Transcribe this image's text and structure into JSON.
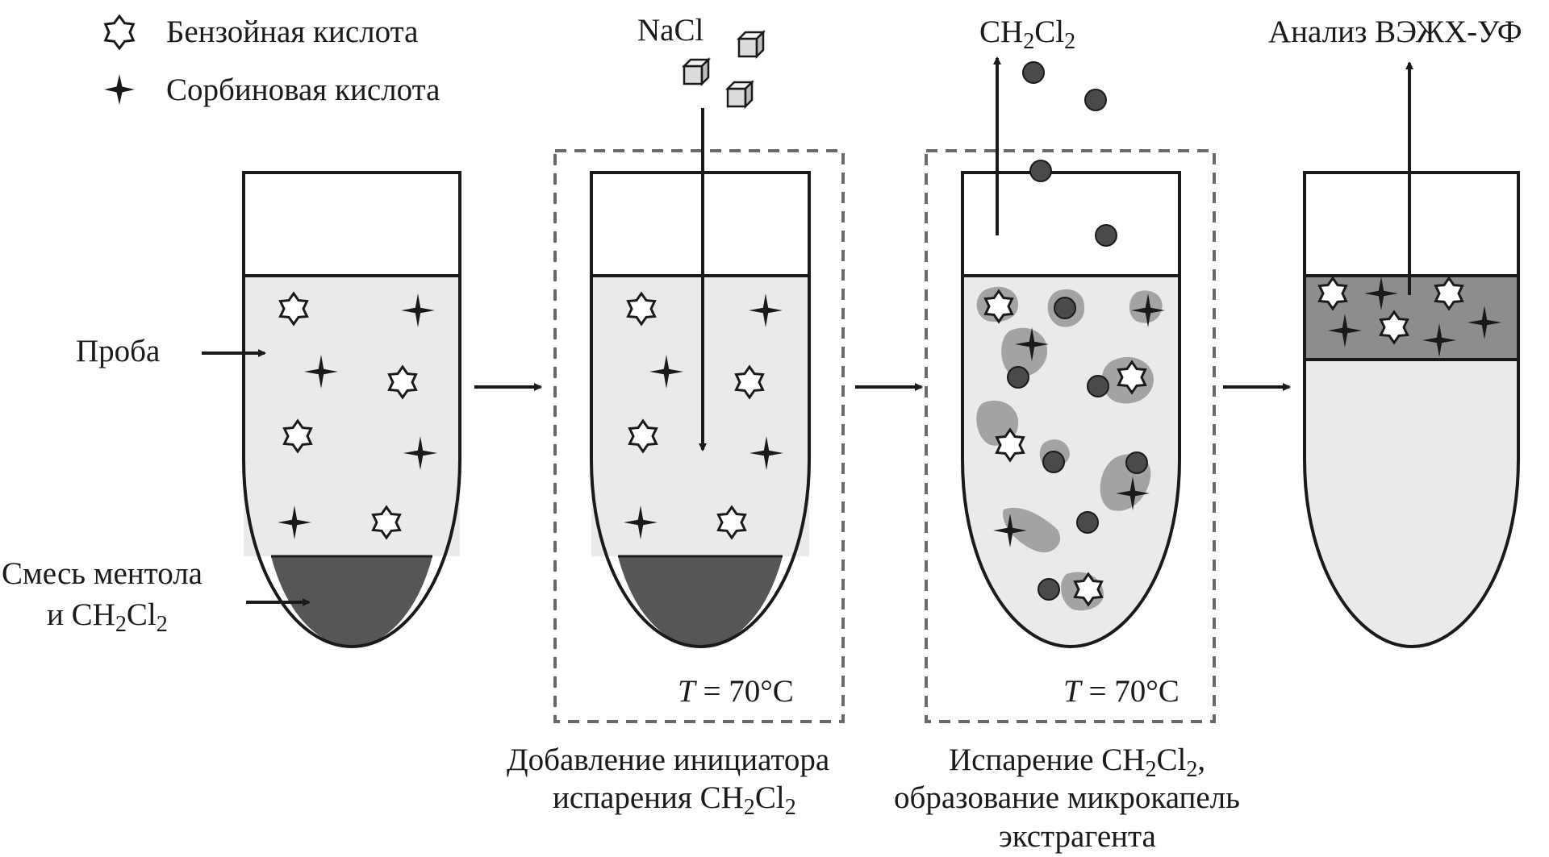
{
  "legend": {
    "benzoic_label": "Бензойная кислота",
    "sorbic_label": "Сорбиновая кислота"
  },
  "labels": {
    "sample": "Проба",
    "mixture_line1": "Смесь ментола",
    "mixture_line2_prefix": "и CH",
    "mixture_sub1": "2",
    "mixture_mid": "Cl",
    "mixture_sub2": "2",
    "nacl": "NaCl",
    "ch2cl2_prefix": "CH",
    "ch2cl2_sub1": "2",
    "ch2cl2_mid": "Cl",
    "ch2cl2_sub2": "2",
    "analysis": "Анализ ВЭЖХ-УФ",
    "temp_var": "T",
    "temp_value": " = 70°C"
  },
  "captions": {
    "step2_line1": "Добавление инициатора",
    "step2_line2_prefix": "испарения CH",
    "step2_sub1": "2",
    "step2_mid": "Cl",
    "step2_sub2": "2",
    "step3_line1_prefix": "Испарение CH",
    "step3_sub1": "2",
    "step3_mid": "Cl",
    "step3_sub2": "2",
    "step3_line1_suffix": ",",
    "step3_line2": "образование микрокапель",
    "step3_line3": "экстрагента"
  },
  "colors": {
    "outline": "#1a1a1a",
    "sample_fill": "#eaeaea",
    "extractant_fill": "#565656",
    "droplet_fill": "#4a4a4a",
    "microdroplet_fill": "#a3a3a3",
    "phase_fill": "#8d8d8d",
    "dashed": "#6a6a6a"
  }
}
